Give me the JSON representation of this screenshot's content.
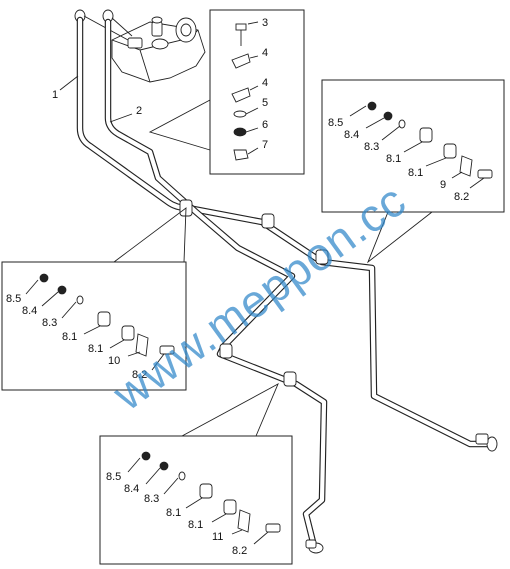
{
  "labels": {
    "p1": "1",
    "p2": "2",
    "p3": "3",
    "p4a": "4",
    "p4b": "4",
    "p5": "5",
    "p6": "6",
    "p7": "7",
    "p9": "9",
    "p10": "10",
    "p11": "11",
    "right": {
      "a": "8.5",
      "b": "8.4",
      "c": "8.3",
      "d": "8.1",
      "e": "8.1",
      "f": "8.2"
    },
    "left": {
      "a": "8.5",
      "b": "8.4",
      "c": "8.3",
      "d": "8.1",
      "e": "8.1",
      "f": "8.2"
    },
    "bottom": {
      "a": "8.5",
      "b": "8.4",
      "c": "8.3",
      "d": "8.1",
      "e": "8.1",
      "f": "8.2"
    }
  },
  "watermark": "www.meppon.cc"
}
